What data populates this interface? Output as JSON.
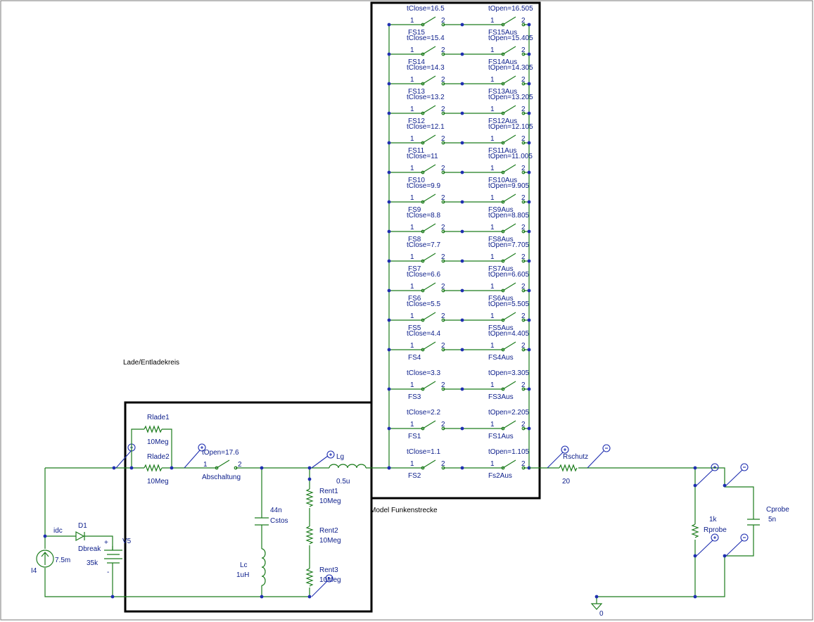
{
  "frame_title": "Lade/Entladekreis",
  "model_title": "Model Funkenstrecke",
  "source": {
    "name": "I4",
    "value": "7.5m",
    "net": "idc"
  },
  "diode": {
    "name": "D1",
    "model": "Dbreak"
  },
  "battery": {
    "name": "V5",
    "value": "35k",
    "plus": "+",
    "minus": "-"
  },
  "resistors": {
    "rlade1": {
      "name": "Rlade1",
      "value": "10Meg"
    },
    "rlade2": {
      "name": "Rlade2",
      "value": "10Meg"
    },
    "rent1": {
      "name": "Rent1",
      "value": "10Meg"
    },
    "rent2": {
      "name": "Rent2",
      "value": "10Meg"
    },
    "rent3": {
      "name": "Rent3",
      "value": "10Meg"
    },
    "rschutz": {
      "name": "Rschutz",
      "value": "20"
    },
    "rprobe": {
      "name": "Rprobe",
      "value": "1k"
    }
  },
  "caps": {
    "cstos": {
      "name": "Cstos",
      "value": "44n"
    },
    "cprobe": {
      "name": "Cprobe",
      "value": "5n"
    }
  },
  "inductors": {
    "lc": {
      "name": "Lc",
      "value": "1uH"
    },
    "lg": {
      "name": "Lg",
      "value": "0.5u"
    }
  },
  "abschaltung": {
    "name": "Abschaltung",
    "param": "tOpen=17.6",
    "pin1": "1",
    "pin2": "2"
  },
  "ground": {
    "label": "0"
  },
  "switch_rows": [
    {
      "close_param": "tClose=16.5",
      "close_name": "FS15",
      "open_param": "tOpen=16.505",
      "open_name": "FS15Aus"
    },
    {
      "close_param": "tClose=15.4",
      "close_name": "FS14",
      "open_param": "tOpen=15.405",
      "open_name": "FS14Aus"
    },
    {
      "close_param": "tClose=14.3",
      "close_name": "FS13",
      "open_param": "tOpen=14.305",
      "open_name": "FS13Aus"
    },
    {
      "close_param": "tClose=13.2",
      "close_name": "FS12",
      "open_param": "tOpen=13.205",
      "open_name": "FS12Aus"
    },
    {
      "close_param": "tClose=12.1",
      "close_name": "FS11",
      "open_param": "tOpen=12.105",
      "open_name": "FS11Aus"
    },
    {
      "close_param": "tClose=11",
      "close_name": "FS10",
      "open_param": "tOpen=11.005",
      "open_name": "FS10Aus"
    },
    {
      "close_param": "tClose=9.9",
      "close_name": "FS9",
      "open_param": "tOpen=9.905",
      "open_name": "FS9Aus"
    },
    {
      "close_param": "tClose=8.8",
      "close_name": "FS8",
      "open_param": "tOpen=8.805",
      "open_name": "FS8Aus"
    },
    {
      "close_param": "tClose=7.7",
      "close_name": "FS7",
      "open_param": "tOpen=7.705",
      "open_name": "FS7Aus"
    },
    {
      "close_param": "tClose=6.6",
      "close_name": "FS6",
      "open_param": "tOpen=6.605",
      "open_name": "FS6Aus"
    },
    {
      "close_param": "tClose=5.5",
      "close_name": "FS5",
      "open_param": "tOpen=5.505",
      "open_name": "FS5Aus"
    },
    {
      "close_param": "tClose=4.4",
      "close_name": "FS4",
      "open_param": "tOpen=4.405",
      "open_name": "FS4Aus"
    },
    {
      "close_param": "tClose=3.3",
      "close_name": "FS3",
      "open_param": "tOpen=3.305",
      "open_name": "FS3Aus"
    },
    {
      "close_param": "tClose=2.2",
      "close_name": "FS1",
      "open_param": "tOpen=2.205",
      "open_name": "FS1Aus"
    },
    {
      "close_param": "tClose=1.1",
      "close_name": "FS2",
      "open_param": "tOpen=1.105",
      "open_name": "Fs2Aus"
    }
  ],
  "pin_labels": {
    "one": "1",
    "two": "2"
  }
}
